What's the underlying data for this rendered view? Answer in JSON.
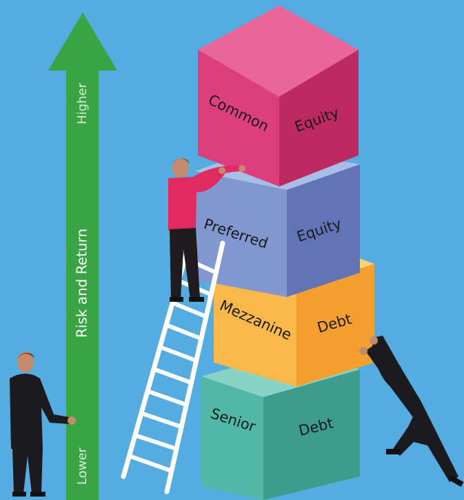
{
  "colors": {
    "background": "#55ace0",
    "arrow": "#3aa444",
    "common_equity": [
      "#ea6699",
      "#dd3f7c",
      "#bc2a61"
    ],
    "preferred_equity": [
      "#a7bfe6",
      "#8296d0",
      "#6374b6"
    ],
    "mezzanine_debt": [
      "#fcd27a",
      "#f9b84a",
      "#f3a031"
    ],
    "senior_debt": [
      "#88d2c6",
      "#52b7a6",
      "#3e9c8c"
    ]
  },
  "arrow": {
    "axis_label": "Risk and Return",
    "top_label": "Higher",
    "bottom_label": "Lower"
  },
  "blocks": [
    {
      "word1": "Common",
      "word2": "Equity"
    },
    {
      "word1": "Preferred",
      "word2": "Equity"
    },
    {
      "word1": "Mezzanine",
      "word2": "Debt"
    },
    {
      "word1": "Senior",
      "word2": "Debt"
    }
  ],
  "figures": [
    "person-standing-left",
    "person-on-ladder",
    "person-pushing-stack"
  ]
}
